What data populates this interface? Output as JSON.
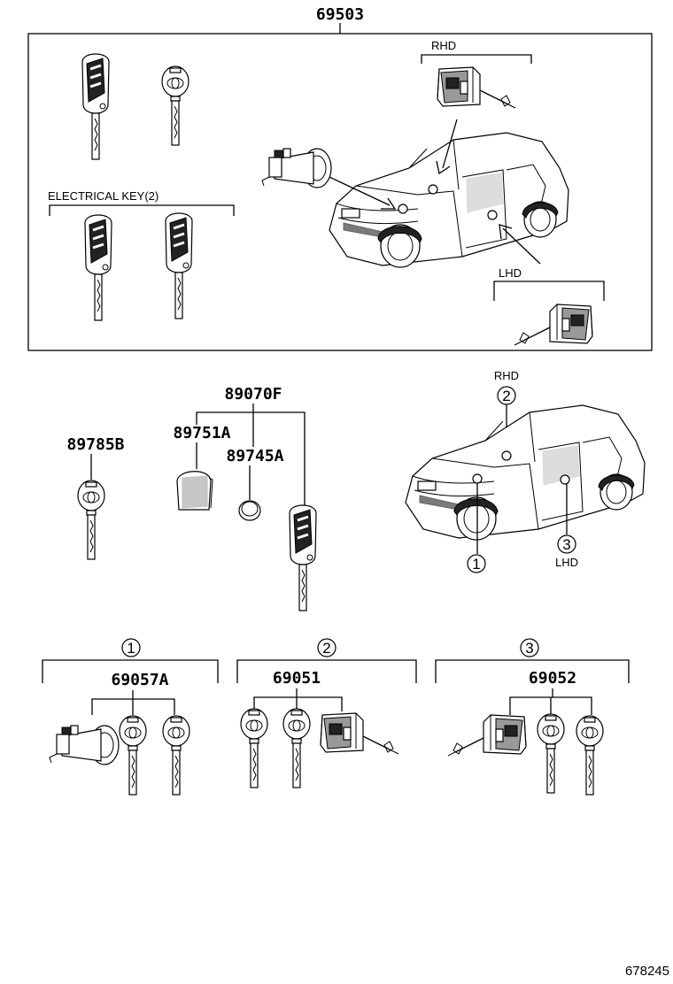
{
  "parts": {
    "main_kit": "69503",
    "key_single": "89785B",
    "transmitter_assy": "89070F",
    "transmitter_case": "89751A",
    "battery": "89745A",
    "cyl_set_1": "69057A",
    "cyl_set_2": "69051",
    "cyl_set_3": "69052"
  },
  "labels": {
    "rhd_top": "RHD",
    "lhd_top": "LHD",
    "electrical_key": "ELECTRICAL KEY(2)",
    "rhd_mid": "RHD",
    "lhd_mid": "LHD",
    "circle_1": "1",
    "circle_2": "2",
    "circle_3": "3",
    "drawing_number": "678245"
  },
  "icons": {
    "remote_key": "remote-key-icon",
    "plain_key": "key-icon",
    "door_lock": "door-lock-cylinder-icon",
    "ignition": "ignition-cylinder-icon",
    "battery": "coin-battery-icon",
    "car": "car-icon"
  }
}
